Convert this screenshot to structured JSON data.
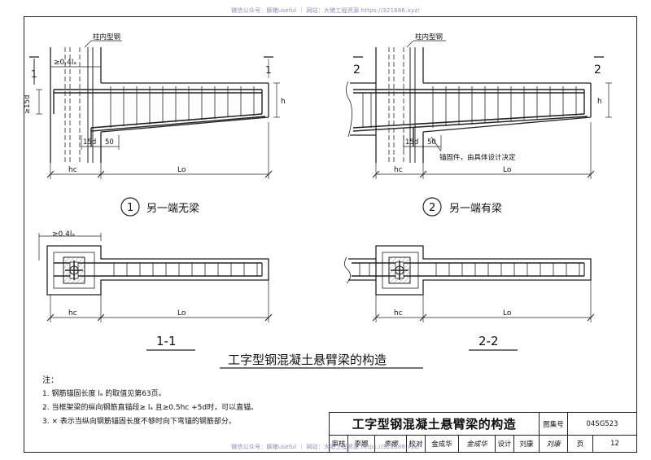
{
  "watermark": "微信公众号：豚猪useful ｜ 网站：大猪工程资源 https://321686.xyz/",
  "drawing": {
    "labels": {
      "steel_column_left": "柱内型钢",
      "steel_column_right": "柱内型钢",
      "anchor_len": "≥0.4lₐ",
      "anchor_len_plan": "≥0.4lₐ",
      "bend_15d": "≥15d",
      "h": "h",
      "h_right": "h",
      "dim_15d_left": "15d",
      "dim_50_left": "50",
      "dim_15d_right": "15d",
      "dim_50_right": "50",
      "anchor_note": "锚固件，由具体设计决定",
      "hc_1": "hc",
      "lo_1": "Lo",
      "hc_2": "hc",
      "lo_2": "Lo",
      "hc_3": "hc",
      "lo_3": "Lo",
      "hc_4": "hc",
      "lo_4": "Lo",
      "sec_mark_1a": "1",
      "sec_mark_1b": "1",
      "sec_mark_2a": "2",
      "sec_mark_2b": "2",
      "case1_num": "1",
      "case1_text": "另一端无梁",
      "case2_num": "2",
      "case2_text": "另一端有梁",
      "section_1": "1-1",
      "section_2": "2-2",
      "main_caption": "工字型钢混凝土悬臂梁的构造"
    }
  },
  "notes": {
    "heading": "注：",
    "items": [
      "1.  钢筋锚固长度 lₐ 的取值见第63页。",
      "2.  当框架梁的纵向钢筋直锚段≥ lₐ 且≥0.5hc +5d时，可以直锚。",
      "3.  × 表示当纵向钢筋锚固长度不够时向下弯锚的钢筋部分。"
    ]
  },
  "title_block": {
    "title": "工字型钢混凝土悬臂梁的构造",
    "atlas_label": "图集号",
    "atlas_no": "04SG523",
    "review_label": "审核",
    "reviewer": "李娜",
    "reviewer_sig": "李娜",
    "check_label": "校对",
    "checker": "金成华",
    "checker_sig": "金成华",
    "design_label": "设计",
    "designer": "刘康",
    "designer_sig": "刘康",
    "page_label": "页",
    "page_no": "12"
  }
}
